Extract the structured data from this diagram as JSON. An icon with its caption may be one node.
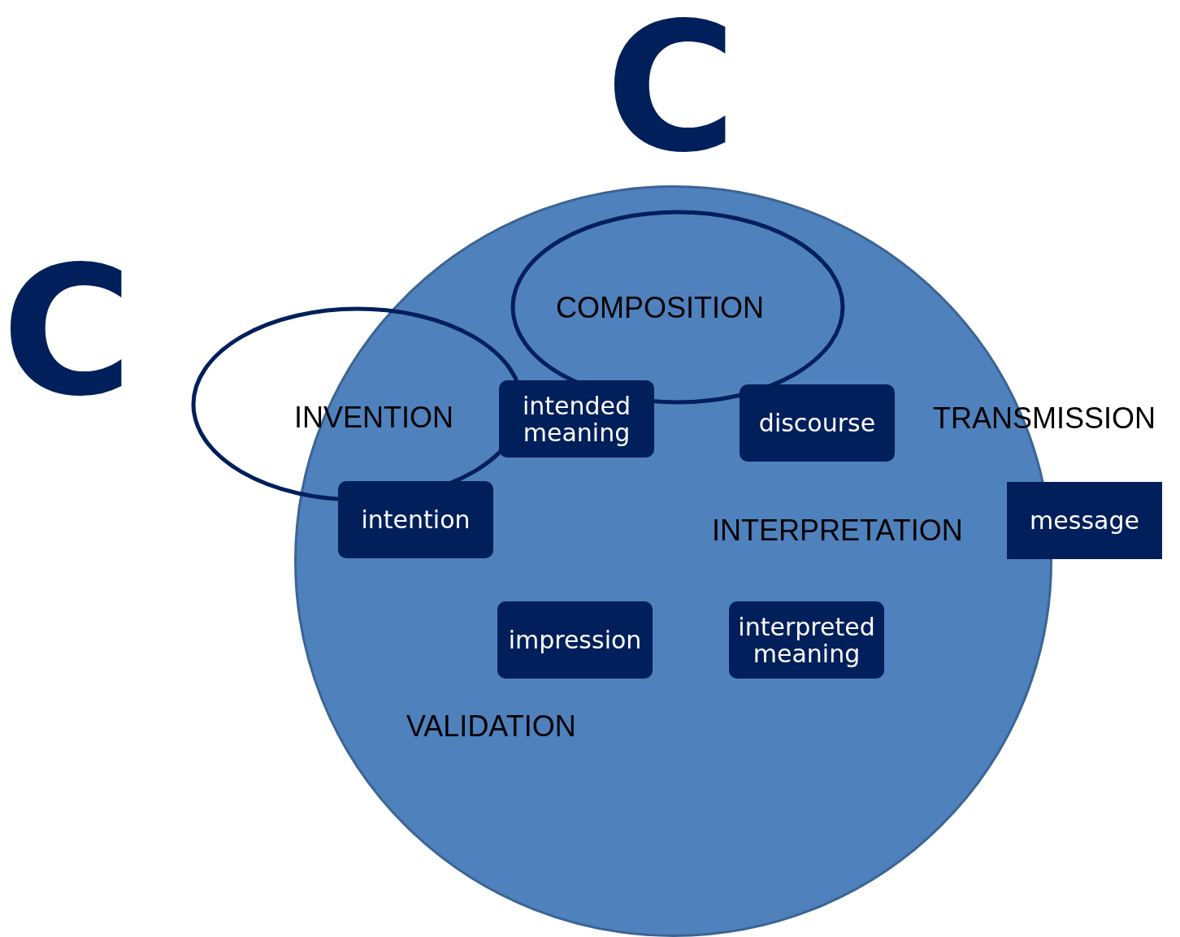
{
  "diagram": {
    "nodes": [
      {
        "text": [],
        "shape": "circle"
      },
      {
        "text": [
          "COMPOSITION"
        ],
        "in": 0
      },
      {
        "text": [
          "INVENTION"
        ]
      },
      {
        "text": [
          "intended meaning"
        ],
        "in": 0
      },
      {
        "text": [
          "discourse"
        ],
        "in": 0
      },
      {
        "text": [
          "intention"
        ],
        "in": 0
      },
      {
        "text": [
          "message"
        ]
      },
      {
        "text": [
          "impression"
        ],
        "in": 0
      },
      {
        "text": [
          "interpreted meaning"
        ],
        "in": 0
      }
    ],
    "labels": [
      "C",
      "C",
      "TRANSMISSION",
      "INTERPRETATION",
      "VALIDATION"
    ]
  }
}
